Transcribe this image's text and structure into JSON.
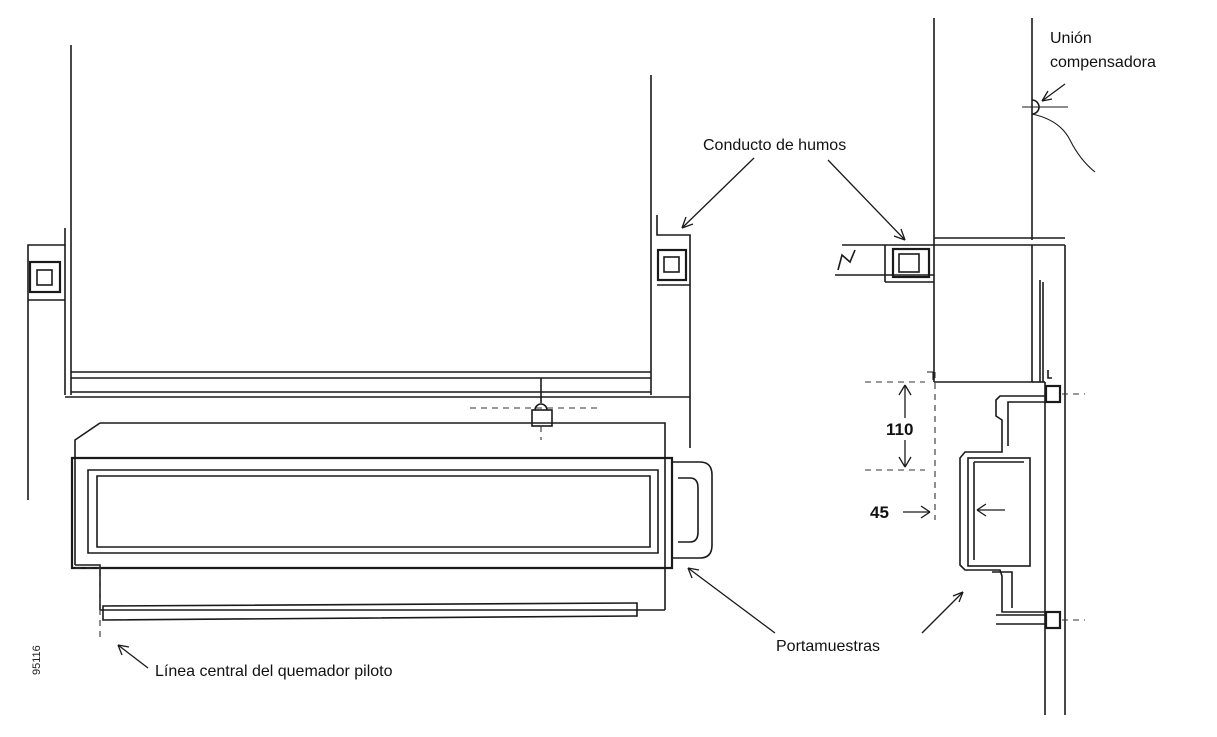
{
  "labels": {
    "union_compensadora_line1": "Unión",
    "union_compensadora_line2": "compensadora",
    "conducto_humos": "Conducto de humos",
    "dim_110": "110",
    "dim_45": "45",
    "portamuestras": "Portamuestras",
    "linea_central": "Línea central del quemador piloto",
    "figure_id": "95116"
  }
}
